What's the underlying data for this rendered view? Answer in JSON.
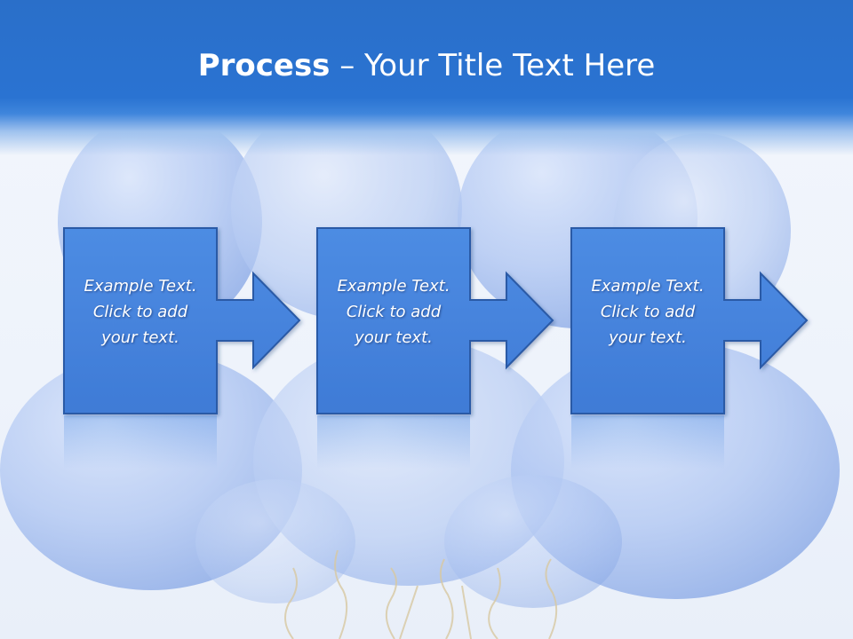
{
  "slide": {
    "title_bold": "Process",
    "title_rest": " – Your Title Text Here"
  },
  "steps": [
    {
      "line1": "Example Text.",
      "line2": "Click  to add",
      "line3": "your text."
    },
    {
      "line1": "Example Text.",
      "line2": "Click  to add",
      "line3": "your text."
    },
    {
      "line1": "Example Text.",
      "line2": "Click  to add",
      "line3": "your text."
    }
  ],
  "colors": {
    "header_blue": "#2a73d2",
    "box_fill": "#4a88e0",
    "box_stroke": "#2c5aa6",
    "text": "#ffffff"
  }
}
